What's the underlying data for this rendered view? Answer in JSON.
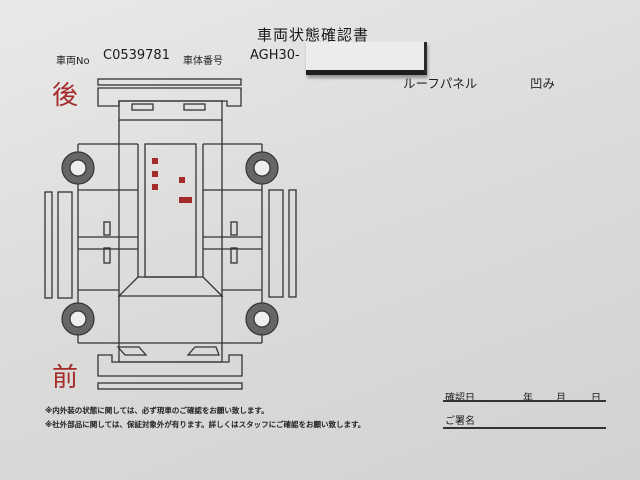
{
  "document": {
    "title": "車両状態確認書",
    "vehicle_no_label": "車両No",
    "vehicle_no": "C0539781",
    "chassis_no_label": "車体番号",
    "chassis_no": "AGH30-",
    "chassis_no_redacted": true
  },
  "diagram": {
    "rear_label": "後",
    "front_label": "前",
    "damage_color": "#a52a2a",
    "line_color": "#333333"
  },
  "remarks": [
    {
      "part": "ルーフパネル",
      "condition": "凹み"
    }
  ],
  "notes": [
    "※内外装の状態に関しては、必ず現車のご確認をお願い致します。",
    "※社外部品に関しては、保証対象外が有ります。詳しくはスタッフにご確認をお願い致します。"
  ],
  "signature": {
    "date_label": "確認日",
    "year_label": "年",
    "month_label": "月",
    "day_label": "日",
    "signature_label": "ご署名"
  }
}
